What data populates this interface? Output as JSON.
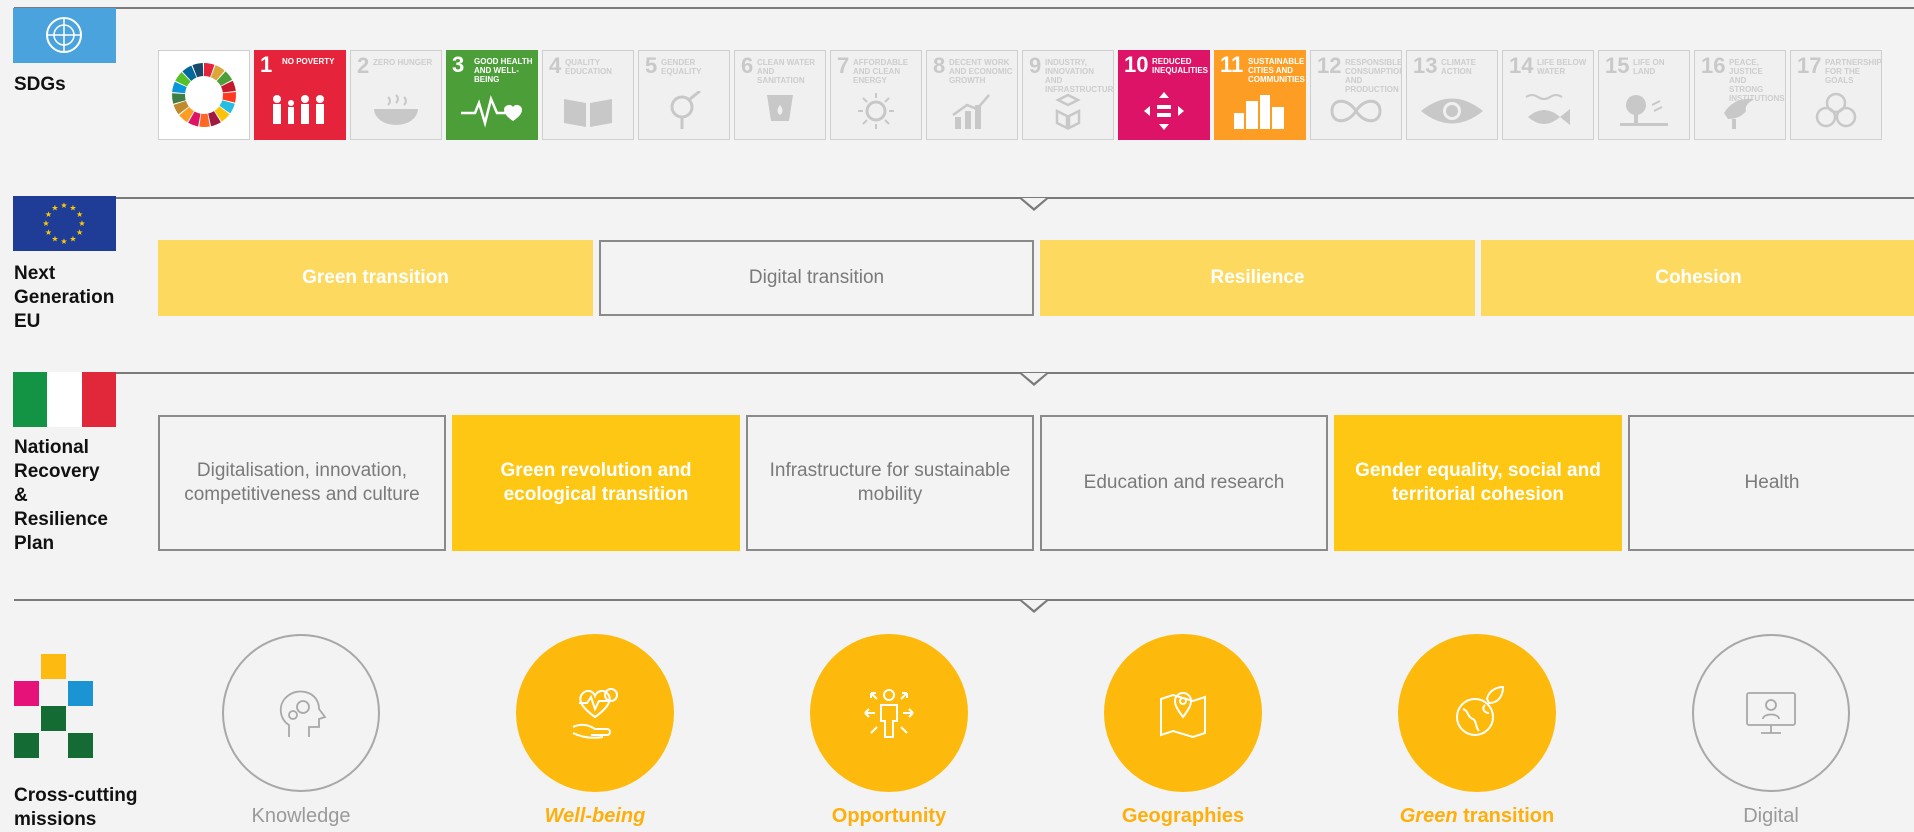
{
  "rows": {
    "sdgs": {
      "label": [
        "SDGs"
      ]
    },
    "ngeu": {
      "label": [
        "Next",
        "Generation",
        "EU"
      ]
    },
    "pnrr": {
      "label": [
        "National",
        "Recovery",
        "&",
        "Resilience",
        "Plan"
      ]
    },
    "missions": {
      "label": [
        "Cross-cutting",
        "missions"
      ]
    }
  },
  "sdgs": [
    {
      "num": "1",
      "text": "NO POVERTY",
      "active": true,
      "color": "#e5243b",
      "icon": "family-icon"
    },
    {
      "num": "2",
      "text": "ZERO HUNGER",
      "active": false,
      "icon": "bowl-icon"
    },
    {
      "num": "3",
      "text": "GOOD HEALTH AND WELL-BEING",
      "active": true,
      "color": "#4c9f38",
      "icon": "heartbeat-icon"
    },
    {
      "num": "4",
      "text": "QUALITY EDUCATION",
      "active": false,
      "icon": "book-icon"
    },
    {
      "num": "5",
      "text": "GENDER EQUALITY",
      "active": false,
      "icon": "gender-icon"
    },
    {
      "num": "6",
      "text": "CLEAN WATER AND SANITATION",
      "active": false,
      "icon": "water-icon"
    },
    {
      "num": "7",
      "text": "AFFORDABLE AND CLEAN ENERGY",
      "active": false,
      "icon": "sun-icon"
    },
    {
      "num": "8",
      "text": "DECENT WORK AND ECONOMIC GROWTH",
      "active": false,
      "icon": "growth-icon"
    },
    {
      "num": "9",
      "text": "INDUSTRY, INNOVATION AND INFRASTRUCTURE",
      "active": false,
      "icon": "cubes-icon"
    },
    {
      "num": "10",
      "text": "REDUCED INEQUALITIES",
      "active": true,
      "color": "#dd1367",
      "icon": "equal-arrows-icon"
    },
    {
      "num": "11",
      "text": "SUSTAINABLE CITIES AND COMMUNITIES",
      "active": true,
      "color": "#fd9d24",
      "icon": "city-icon"
    },
    {
      "num": "12",
      "text": "RESPONSIBLE CONSUMPTION AND PRODUCTION",
      "active": false,
      "icon": "infinity-icon"
    },
    {
      "num": "13",
      "text": "CLIMATE ACTION",
      "active": false,
      "icon": "eye-globe-icon"
    },
    {
      "num": "14",
      "text": "LIFE BELOW WATER",
      "active": false,
      "icon": "fish-icon"
    },
    {
      "num": "15",
      "text": "LIFE ON LAND",
      "active": false,
      "icon": "tree-icon"
    },
    {
      "num": "16",
      "text": "PEACE, JUSTICE AND STRONG INSTITUTIONS",
      "active": false,
      "icon": "dove-icon"
    },
    {
      "num": "17",
      "text": "PARTNERSHIPS FOR THE GOALS",
      "active": false,
      "icon": "rings-icon"
    }
  ],
  "ngeu": [
    {
      "label": "Green transition",
      "filled": true
    },
    {
      "label": "Digital transition",
      "filled": false
    },
    {
      "label": "Resilience",
      "filled": true
    },
    {
      "label": "Cohesion",
      "filled": true
    }
  ],
  "pnrr": [
    {
      "label": "Digitalisation, innovation, competitiveness and culture",
      "filled": false
    },
    {
      "label": "Green revolution and ecological transition",
      "filled": true
    },
    {
      "label": "Infrastructure for sustainable mobility",
      "filled": false
    },
    {
      "label": "Education and research",
      "filled": false
    },
    {
      "label": "Gender equality, social and territorial cohesion",
      "filled": true
    },
    {
      "label": "Health",
      "filled": false
    }
  ],
  "missions": [
    {
      "label": "Knowledge",
      "filled": false,
      "italic": false,
      "icon": "head-gears-icon"
    },
    {
      "label": "Well-being",
      "filled": true,
      "italic": true,
      "icon": "heart-hand-icon"
    },
    {
      "label": "Opportunity",
      "filled": true,
      "italic": false,
      "icon": "person-arrows-icon"
    },
    {
      "label": "Geographies",
      "filled": true,
      "italic": false,
      "icon": "map-pin-icon"
    },
    {
      "label_italic": "Green",
      "label_rest": " transition",
      "filled": true,
      "italic": "partial",
      "icon": "globe-leaf-icon"
    },
    {
      "label": "Digital",
      "filled": false,
      "italic": false,
      "icon": "monitor-person-icon"
    }
  ],
  "colors": {
    "yellow_light": "#fdd960",
    "yellow": "#fdc713",
    "orange": "#fdba0d",
    "un_blue": "#4ba3dd",
    "eu_blue": "#1f3c96"
  }
}
